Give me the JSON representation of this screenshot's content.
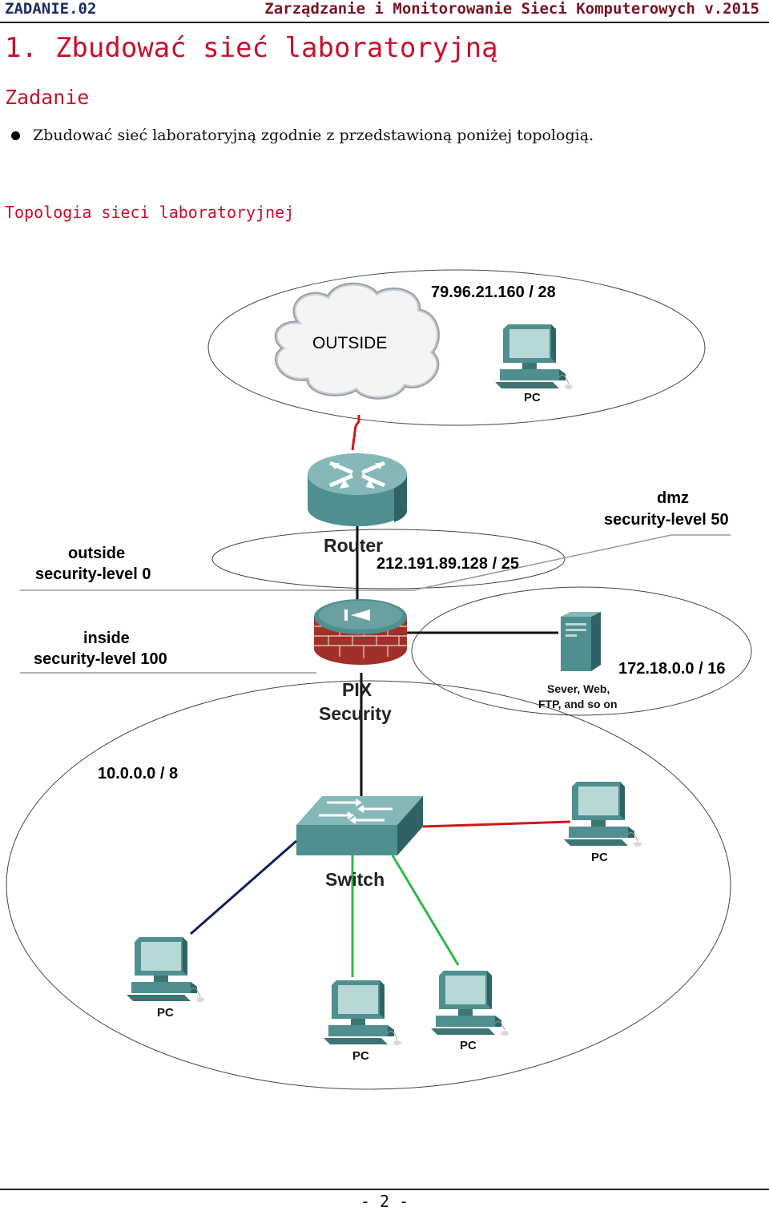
{
  "header": {
    "left": "ZADANIE.02",
    "right": "Zarządzanie i Monitorowanie Sieci Komputerowych v.2015"
  },
  "section": {
    "number": "1.",
    "title": "Zbudować sieć laboratoryjną",
    "subheading": "Zadanie",
    "bullet": "Zbudować sieć laboratoryjną zgodnie z przedstawioną poniżej topologią.",
    "figure_title": "Topologia sieci laboratoryjnej"
  },
  "diagram": {
    "outside_net": "79.96.21.160 / 28",
    "cloud_label": "OUTSIDE",
    "router_net": "212.191.89.128 / 25",
    "dmz_net": "172.18.0.0 / 16",
    "inside_net": "10.0.0.0 / 8",
    "zone_dmz_name": "dmz",
    "zone_dmz_level": "security-level 50",
    "zone_outside_name": "outside",
    "zone_outside_level": "security-level 0",
    "zone_inside_name": "inside",
    "zone_inside_level": "security-level 100",
    "router_label": "Router",
    "pix_label_1": "PIX",
    "pix_label_2": "Security",
    "switch_label": "Switch",
    "server_label_1": "Sever, Web,",
    "server_label_2": "FTP, and so on",
    "pc_label": "PC",
    "colors": {
      "pc_teal": "#4f8f8f",
      "firewall_red": "#a03028",
      "link_red": "#d01818",
      "link_green": "#2fb84a",
      "link_navy": "#10205a"
    }
  },
  "footer": {
    "page": "- 2 -"
  }
}
